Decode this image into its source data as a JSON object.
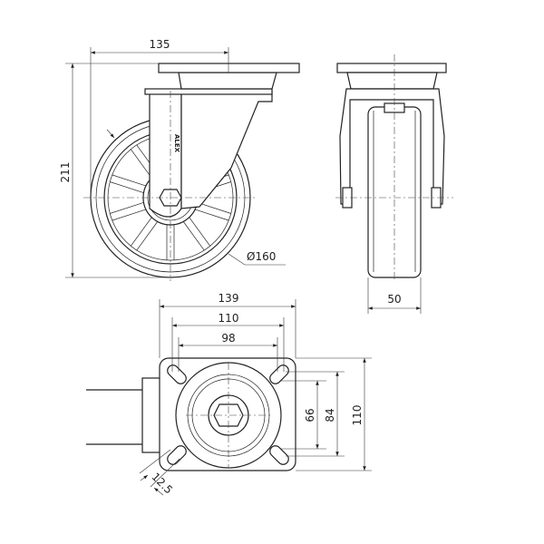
{
  "title": "Swivel caster technical drawing",
  "dimensions": {
    "side_offset": "135",
    "total_height": "211",
    "wheel_diameter": "Ø160",
    "wheel_width": "50",
    "plate_length": "139",
    "plate_hole_outer_x": "110",
    "plate_hole_inner_x": "98",
    "plate_hole_inner_y": "66",
    "plate_hole_outer_y": "84",
    "plate_width": "110",
    "slot_width": "12.5"
  },
  "logo_text": "ALEX"
}
